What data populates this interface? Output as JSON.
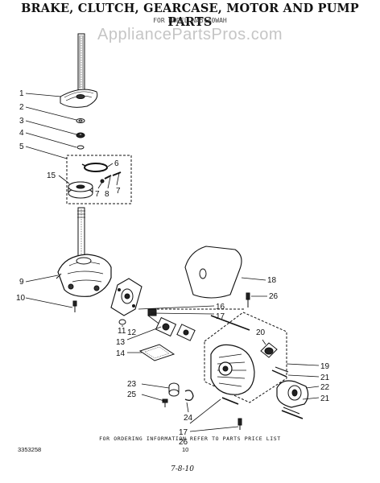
{
  "header": {
    "title": "BRAKE, CLUTCH, GEARCASE, MOTOR AND PUMP PARTS",
    "subtitle": "FOR MODEL NA5140WAH",
    "watermark": "AppliancePartsPros.com"
  },
  "callouts": [
    "1",
    "2",
    "3",
    "4",
    "5",
    "6",
    "7",
    "7",
    "8",
    "15",
    "9",
    "10",
    "11",
    "12",
    "13",
    "14",
    "16",
    "17",
    "17",
    "18",
    "19",
    "20",
    "21",
    "21",
    "22",
    "23",
    "24",
    "25",
    "26",
    "26"
  ],
  "footer": {
    "note": "FOR ORDERING INFORMATION REFER TO PARTS PRICE LIST",
    "doc_number": "3353258",
    "page_number": "10",
    "handwritten": "7-8-10"
  },
  "colors": {
    "ink": "#111111",
    "paper": "#ffffff",
    "watermark": "#969696"
  }
}
